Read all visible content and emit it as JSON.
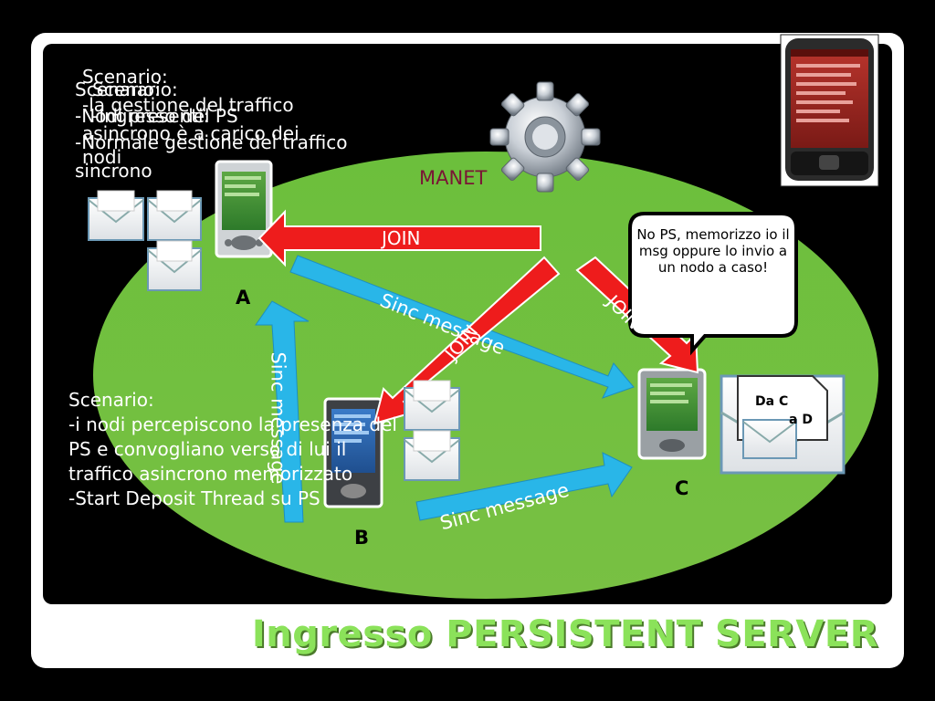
{
  "slide": {
    "title": "Ingresso PERSISTENT SERVER"
  },
  "manet_label": "MANET",
  "nodes": {
    "a": "A",
    "b": "B",
    "c": "C"
  },
  "overlapping_texts": {
    "line_a1": "Scenario:",
    "line_a2": "-la gestione del traffico",
    "line_a3": "asincrono è a carico dei",
    "line_a4": "nodi",
    "line_b1": "Scenario:",
    "line_b2": "-Nodi presenti:",
    "line_b3": "-Normale gestione del traffico",
    "line_b4": "sincrono",
    "line_c1": "Scenario:",
    "line_c2": "-Ingresso del PS"
  },
  "scenario_bottom": "Scenario:\n-i nodi percepiscono la presenza del PS e convogliano verso di lui il traffico asincrono memorizzato\n-Start Deposit Thread su PS",
  "arrows": {
    "join_top": "JOIN",
    "join_b": "JOIN",
    "join_c": "JOIN",
    "sinc_a_c": "Sinc message",
    "sinc_b_a": "Sinc message",
    "sinc_b_c": "Sinc message"
  },
  "callout": "No PS, memorizzo io il msg oppure lo invio a un nodo a caso!",
  "envelope_c": {
    "line1": "Da C",
    "line2": "a D"
  },
  "colors": {
    "ellipse": "#75c043",
    "join_arrow": "#ee1c1c",
    "sinc_arrow": "#29b6e8",
    "title": "#8be25a"
  },
  "icons": [
    "gear-icon",
    "pda-device-icon",
    "envelope-icon",
    "server-phone-icon"
  ]
}
